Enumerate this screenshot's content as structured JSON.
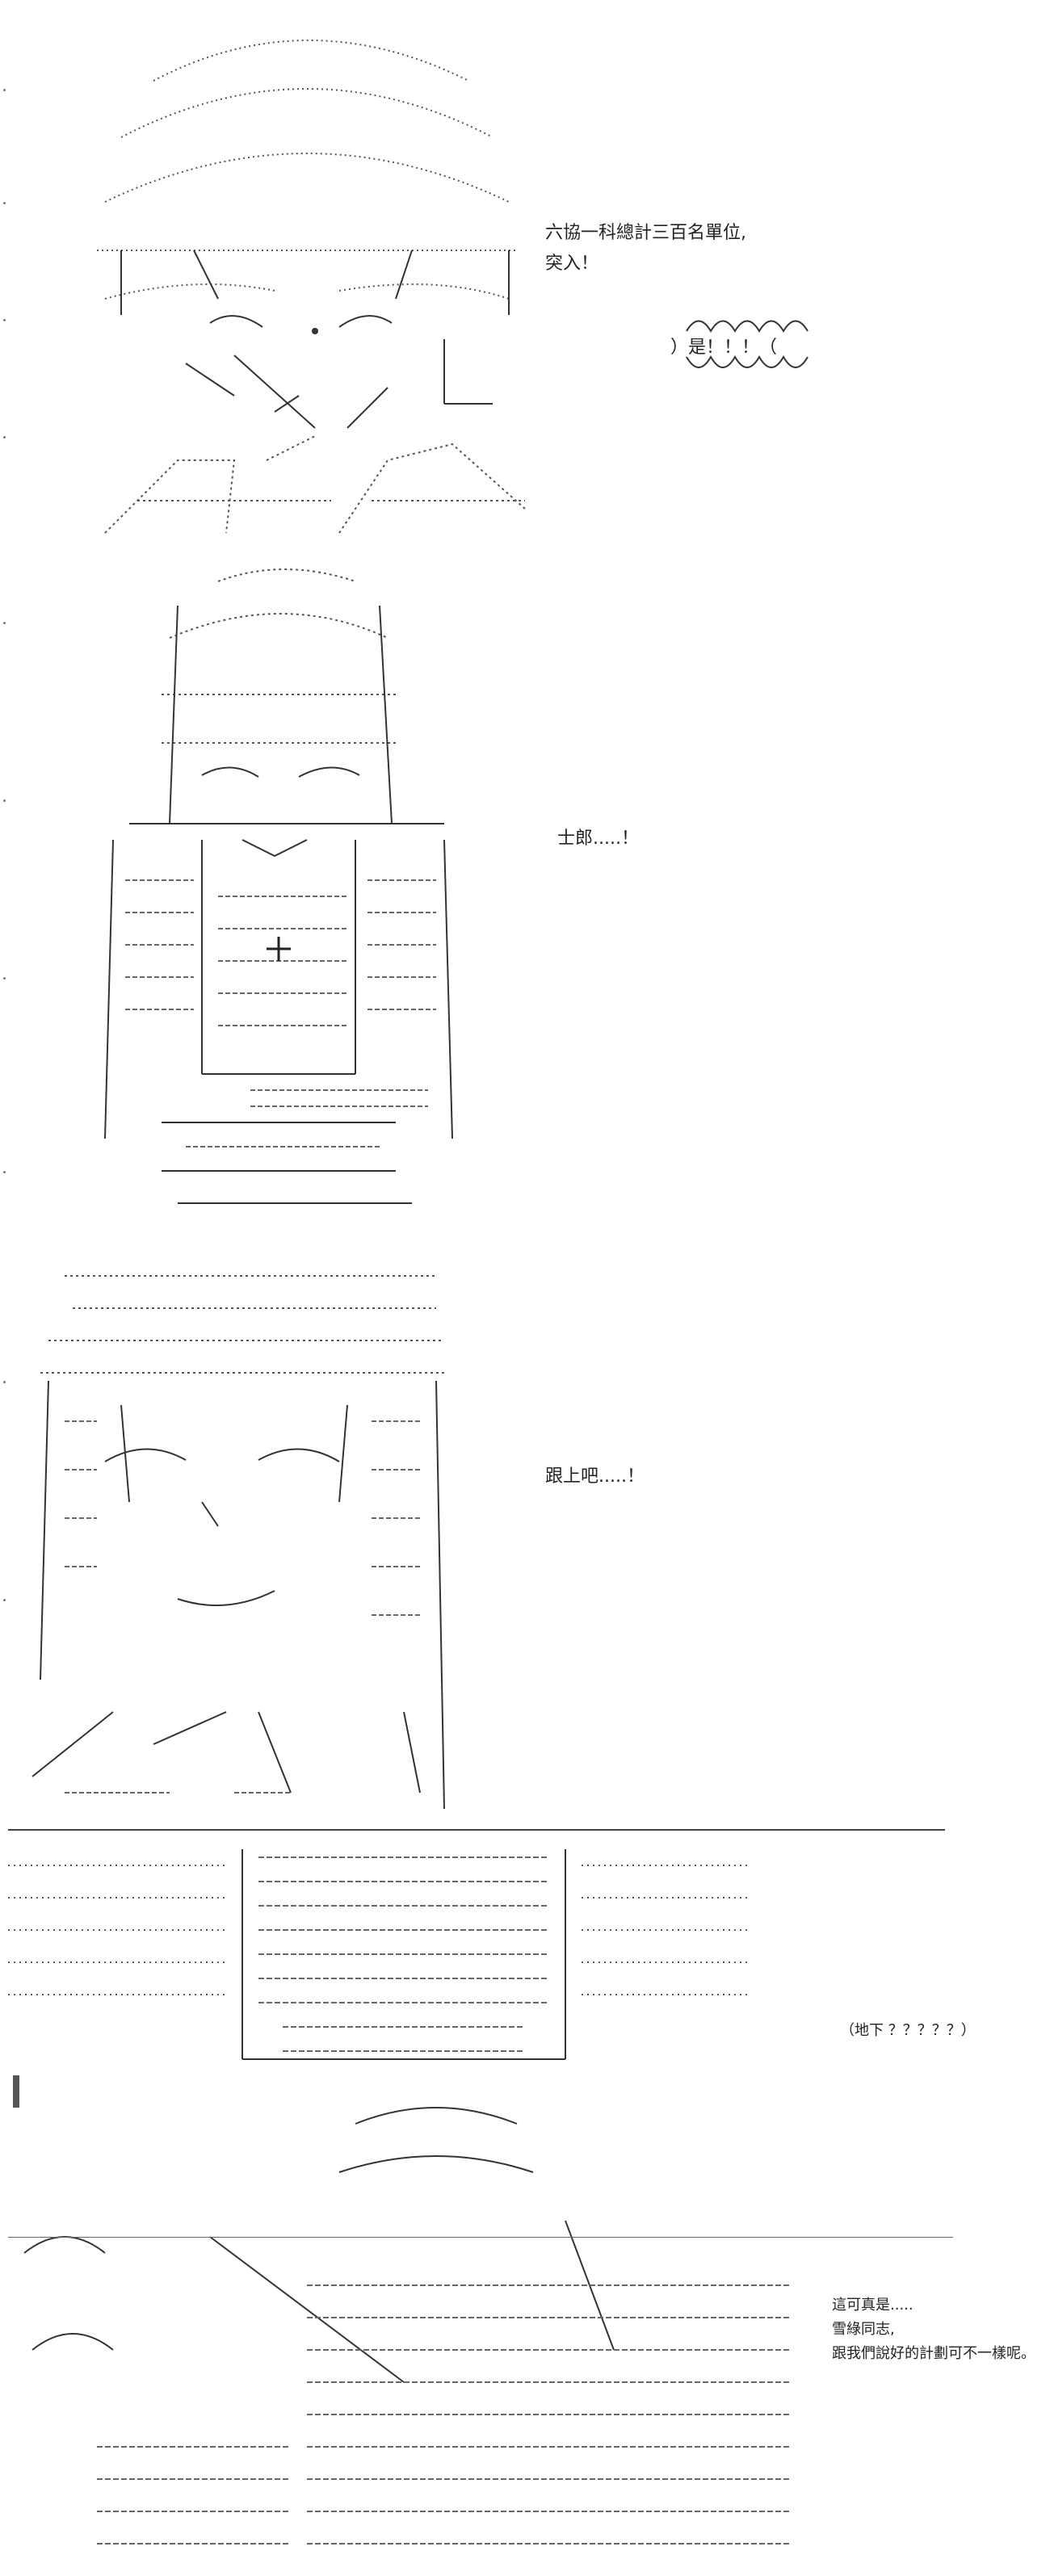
{
  "panels": [
    {
      "id": "panel-1",
      "lines": [
        "六協一科總計三百名單位,",
        "突入！"
      ],
      "shout": "）是！！！（"
    },
    {
      "id": "panel-2",
      "lines": [
        "士郎.....！"
      ]
    },
    {
      "id": "panel-3",
      "lines": [
        "跟上吧.....！"
      ]
    },
    {
      "id": "panel-4",
      "caption": "（地下 ？？？？？）",
      "lines": [
        "這可真是.....",
        "雪綠同志,",
        "跟我們說好的計劃可不一樣呢。"
      ]
    }
  ],
  "colors": {
    "background": "#ffffff",
    "ink": "#222222",
    "rule": "#444444"
  }
}
